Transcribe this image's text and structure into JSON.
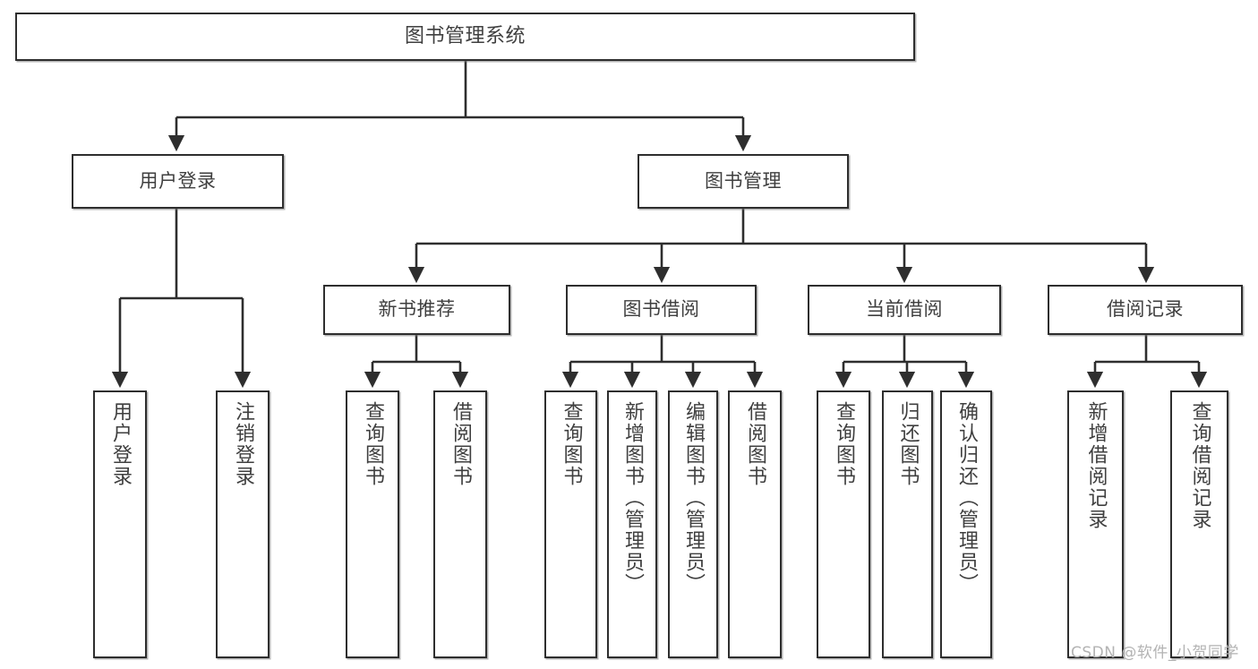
{
  "diagram": {
    "title": "图书管理系统",
    "type": "hierarchy-tree",
    "colors": {
      "border": "#2e2e2e",
      "text": "#3f3f3f",
      "background": "#ffffff",
      "edge": "#2e2e2e",
      "watermark": "#b3b3b3"
    },
    "levels": {
      "root": {
        "label": "图书管理系统"
      },
      "level2": [
        {
          "label": "用户登录"
        },
        {
          "label": "图书管理"
        }
      ],
      "level3": [
        {
          "label": "新书推荐"
        },
        {
          "label": "图书借阅"
        },
        {
          "label": "当前借阅"
        },
        {
          "label": "借阅记录"
        }
      ],
      "leaves": [
        {
          "label": "用户登录"
        },
        {
          "label": "注销登录"
        },
        {
          "label": "查询图书"
        },
        {
          "label": "借阅图书"
        },
        {
          "label": "查询图书"
        },
        {
          "label": "新增图书（管理员）"
        },
        {
          "label": "编辑图书（管理员）"
        },
        {
          "label": "借阅图书"
        },
        {
          "label": "查询图书"
        },
        {
          "label": "归还图书"
        },
        {
          "label": "确认归还（管理员）"
        },
        {
          "label": "新增借阅记录"
        },
        {
          "label": "查询借阅记录"
        }
      ]
    }
  },
  "watermark": {
    "text": "CSDN @软件_小贺同学"
  }
}
